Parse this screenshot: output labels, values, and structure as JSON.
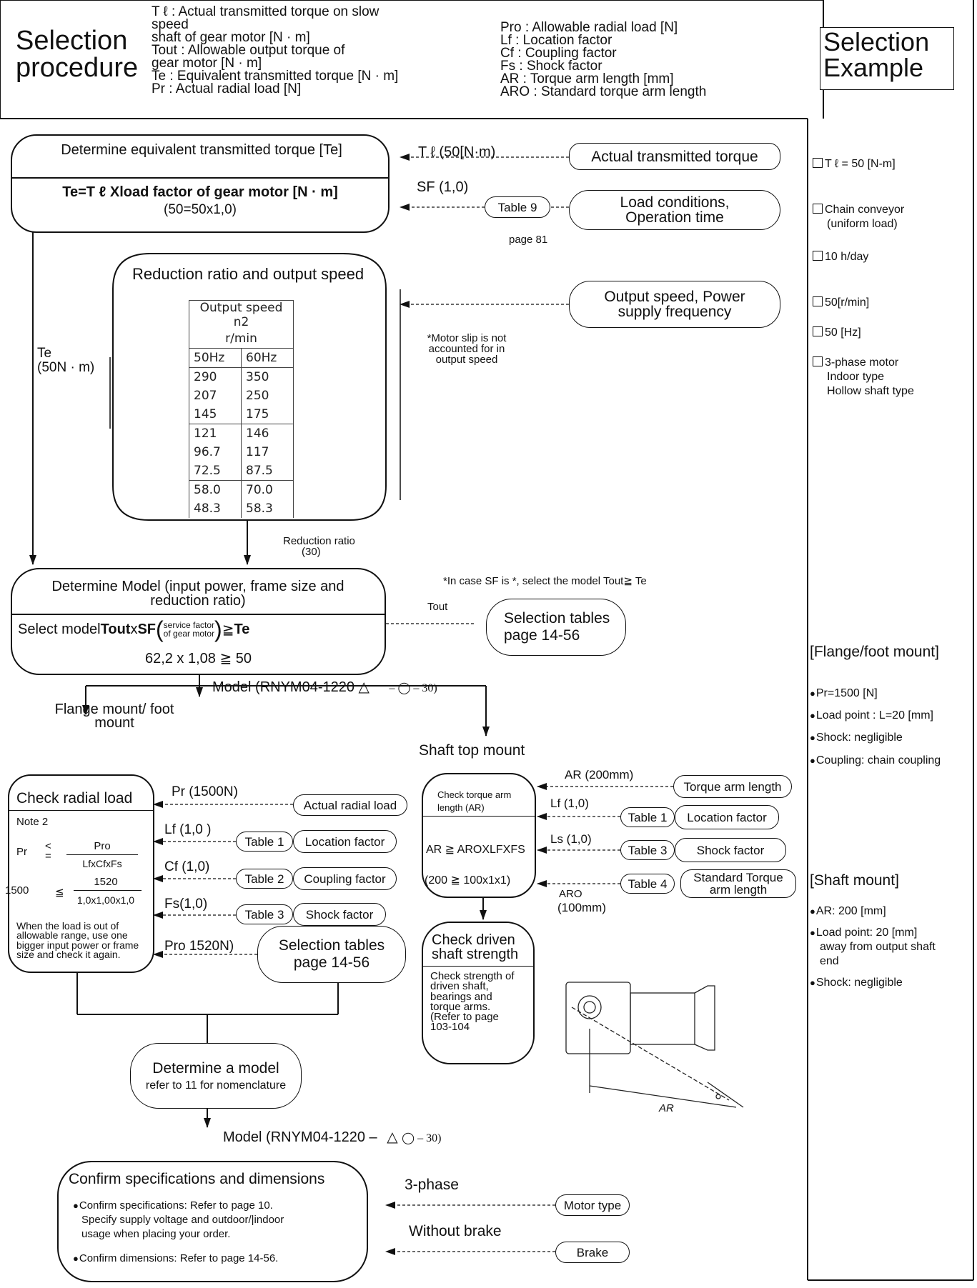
{
  "header": {
    "title_line1": "Selection",
    "title_line2": "procedure",
    "defs_left": [
      "T ℓ  : Actual transmitted torque on slow",
      "speed",
      "          shaft of  gear motor [N · m]",
      "Tout  :    Allowable output torque of",
      "             gear motor [N · m]",
      "Te   : Equivalent transmitted torque [N · m]",
      "Pr   : Actual radial load [N]"
    ],
    "defs_right": [
      "Pro : Allowable radial load [N]",
      "Lf    : Location factor",
      "Cf    : Coupling factor",
      "Fs    : Shock factor",
      "AR    : Torque arm length [mm]",
      "ARO : Standard torque arm length"
    ],
    "example_line1": "Selection",
    "example_line2": "Example"
  },
  "flow": {
    "step1_title": "Determine equivalent transmitted torque [Te]",
    "step1_formula": "Te=T ℓ Xload factor of gear motor [N · m]",
    "step1_example": "(50=50x1,0)",
    "tl_label": "T ℓ  (50[N·m)",
    "actual_torque": "Actual transmitted torque",
    "sf_label": "SF (1,0)",
    "table9": "Table 9",
    "page81": "page 81",
    "load_conditions": "Load conditions, Operation time",
    "step2_title": "Reduction ratio and output speed",
    "speed_table": {
      "header1": "Output speed n2",
      "header2": "r/min",
      "col1": "50Hz",
      "col2": "60Hz",
      "rows": [
        [
          "290",
          "350"
        ],
        [
          "207",
          "250"
        ],
        [
          "145",
          "175"
        ],
        [
          "121",
          "146"
        ],
        [
          "96.7",
          "117"
        ],
        [
          "72.5",
          "87.5"
        ],
        [
          "58.0",
          "70.0"
        ],
        [
          "48.3",
          "58.3"
        ]
      ]
    },
    "output_speed": "Output speed, Power supply frequency",
    "slip_note": "*Motor slip is not accounted for in output speed",
    "te_label": "Te",
    "te_value": "(50N · m)",
    "reduction_ratio": "Reduction ratio",
    "reduction_value": "(30)",
    "sf_note": "*In case SF is *, select the model Tout≧    Te",
    "tout_label": "Tout",
    "step3_title": "Determine  Model (input power, frame size and reduction ratio)",
    "step3_formula_a": "Select model ",
    "step3_formula_b": "Tout",
    "step3_formula_c": " x",
    "step3_formula_d": "SF",
    "step3_formula_sub1": "service factor",
    "step3_formula_sub2": "of gear motor",
    "step3_formula_e": "≧ ",
    "step3_formula_f": "Te",
    "step3_example": "62,2 x 1,08 ≧  50",
    "selection_tables": "Selection tables page 14-56",
    "model1": "Model (RNYM04-1220",
    "model1_tail": "– ◯ – 30)",
    "branch_left": "Flange mount/ foot mount",
    "branch_right": "Shaft top mount"
  },
  "radial": {
    "title": "Check radial load",
    "note": "Note 2",
    "pr": "Pr",
    "lt": "<",
    "eq": "=",
    "pro": "Pro",
    "lfcffs": "LfxCfxFs",
    "ex_left": "1500",
    "ex_le": "≦",
    "ex_num": "1520",
    "ex_den": "1,0x1,00x1,0",
    "when_text": "When the load is out of allowable range, use one bigger input power or frame size and check it again.",
    "pr_label": "Pr (1500N)",
    "actual_radial": "Actual radial load",
    "lf_label": "Lf (1,0 )",
    "table1": "Table 1",
    "location_factor": "Location factor",
    "cf_label": "Cf (1,0)",
    "table2": "Table 2",
    "coupling_factor": "Coupling factor",
    "fs_label": "Fs(1,0)",
    "table3": "Table 3",
    "shock_factor": "Shock factor",
    "pro_label": "Pro 1520N)",
    "selection_tables": "Selection tables page 14-56"
  },
  "shaft": {
    "title": "Check torque arm length (AR)",
    "formula": "AR ≧ AROXLFXFS",
    "example": "(200  ≧  100x1x1)",
    "ar_label": "AR (200mm)",
    "torque_arm": "Torque arm length",
    "lf_label": "Lf (1,0)",
    "table1": "Table 1",
    "location_factor": "Location factor",
    "ls_label": "Ls (1,0)",
    "table3": "Table 3",
    "shock_factor": "Shock factor",
    "table4": "Table 4",
    "standard_arm": "Standard Torque arm length",
    "aro_label": "ARO",
    "aro_value": "(100mm)",
    "driven_title": "Check driven shaft strength",
    "driven_text": "Check strength of driven shaft, bearings and torque arms. (Refer to page 103-104",
    "ar_diagram": "AR"
  },
  "final": {
    "determine": "Determine a model",
    "refer": "refer to 11 for nomenclature",
    "model2": "Model (RNYM04-1220 –",
    "model2_tail": "◯ – 30)",
    "confirm_title": "Confirm specifications and dimensions",
    "confirm1": "Confirm specifications:  Refer to page 10.",
    "confirm2": "Specify supply voltage and outdoor/|indoor",
    "confirm3": "usage when placing your order.",
    "confirm4": "Confirm dimensions: Refer to page 14-56.",
    "three_phase": "3-phase",
    "motor_type": "Motor type",
    "without_brake": "Without brake",
    "brake": "Brake"
  },
  "example": {
    "items": [
      "T ℓ  =    50 [N-m]",
      "Chain conveyor",
      "(uniform load)",
      "10 h/day",
      "50[r/min]",
      "50 [Hz]",
      "3-phase motor",
      "Indoor type",
      "Hollow shaft type"
    ],
    "flange_heading": "[Flange/foot mount]",
    "flange_items": [
      "Pr=1500 [N]",
      "Load point : L=20 [mm]",
      "Shock: negligible",
      "Coupling: chain coupling"
    ],
    "shaft_heading": "[Shaft mount]",
    "shaft_items": [
      "AR: 200 [mm]",
      "Load point: 20 [mm]",
      "away from output shaft",
      "end",
      "Shock: negligible"
    ]
  }
}
